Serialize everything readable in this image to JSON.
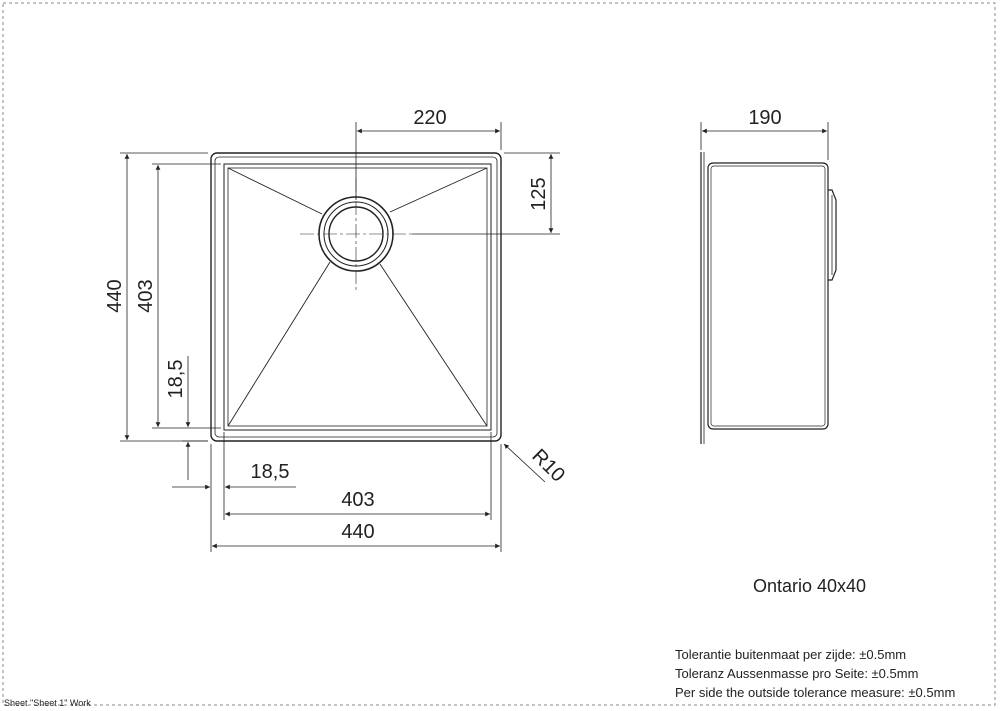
{
  "title": "Ontario 40x40",
  "dimensions": {
    "drain_offset_x": "220",
    "drain_offset_y": "125",
    "depth": "190",
    "outer_height": "440",
    "inner_height": "403",
    "bottom_offset": "18,5",
    "left_offset": "18,5",
    "inner_width": "403",
    "outer_width": "440",
    "corner_radius": "R10"
  },
  "tolerances": [
    "Tolerantie buitenmaat per zijde: ±0.5mm",
    "Toleranz Aussenmasse pro Seite: ±0.5mm",
    "Per side the outside tolerance measure: ±0.5mm"
  ],
  "footer": "Sheet \"Sheet 1\" Work"
}
